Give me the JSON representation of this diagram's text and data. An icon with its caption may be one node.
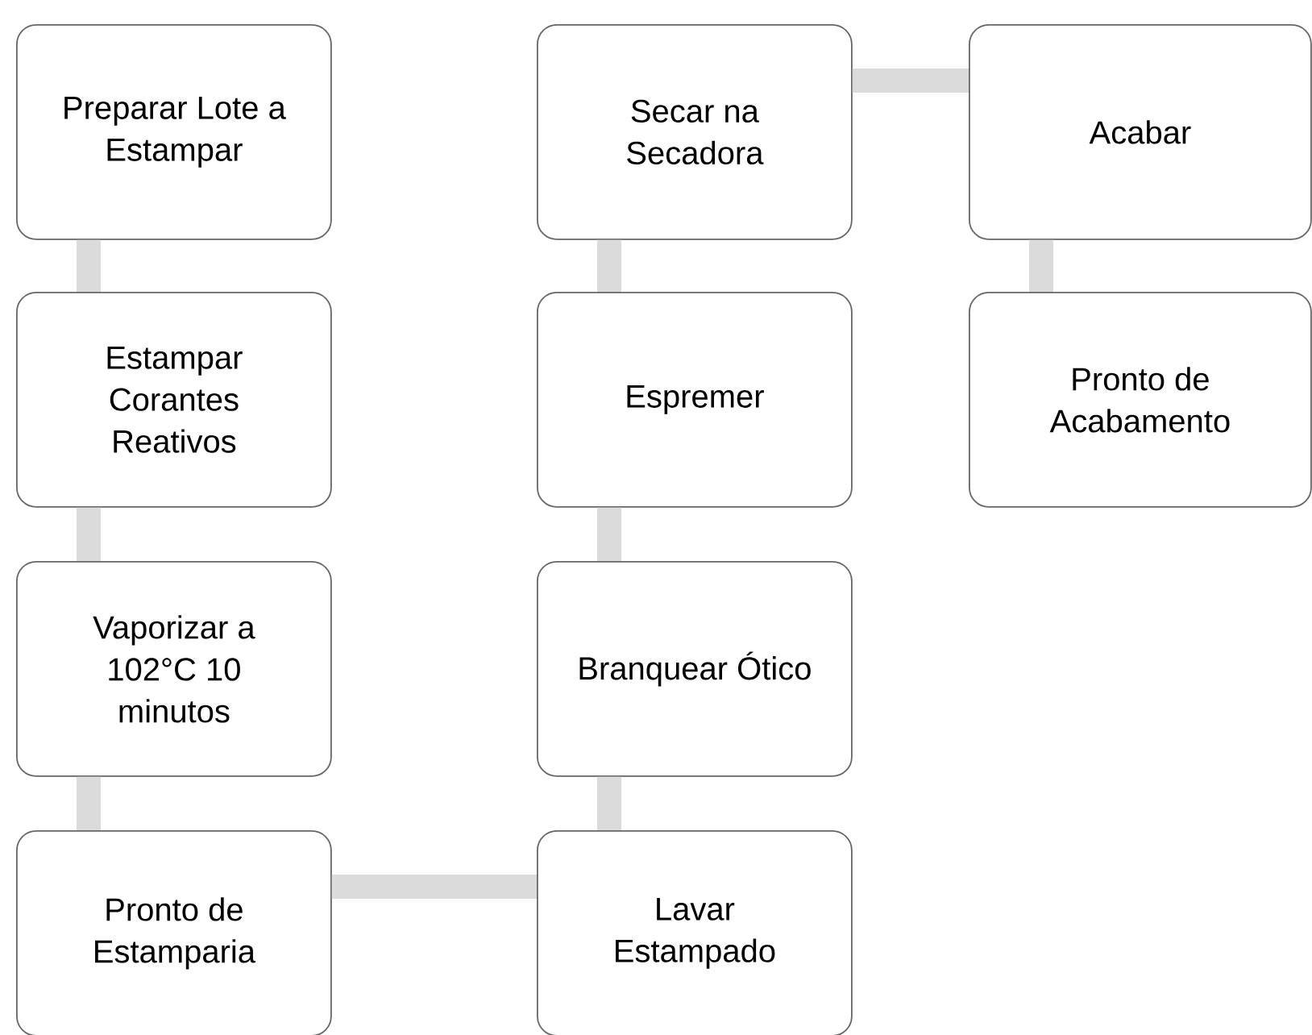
{
  "diagram": {
    "nodes": [
      {
        "text": [
          "Preparar Lote a Estampar"
        ]
      },
      {
        "text": [
          "Estampar Corantes Reativos"
        ]
      },
      {
        "text": [
          "Vaporizar a 102°C 10 minutos"
        ]
      },
      {
        "text": [
          "Pronto de Estamparia"
        ]
      },
      {
        "text": [
          "Lavar Estampado"
        ]
      },
      {
        "text": [
          "Branquear Ótico"
        ]
      },
      {
        "text": [
          "Espremer"
        ]
      },
      {
        "text": [
          "Secar na Secadora"
        ]
      },
      {
        "text": [
          "Acabar"
        ]
      },
      {
        "text": [
          "Pronto de Acabamento"
        ]
      }
    ],
    "edges": [
      {
        "from": 0,
        "to": 1,
        "arrow": "none"
      },
      {
        "from": 1,
        "to": 2,
        "arrow": "none"
      },
      {
        "from": 2,
        "to": 3,
        "arrow": "none"
      },
      {
        "from": 3,
        "to": 4,
        "arrow": "none"
      },
      {
        "from": 4,
        "to": 5,
        "arrow": "none"
      },
      {
        "from": 5,
        "to": 6,
        "arrow": "none"
      },
      {
        "from": 6,
        "to": 7,
        "arrow": "none"
      },
      {
        "from": 7,
        "to": 8,
        "arrow": "none"
      },
      {
        "from": 8,
        "to": 9,
        "arrow": "none"
      }
    ]
  }
}
